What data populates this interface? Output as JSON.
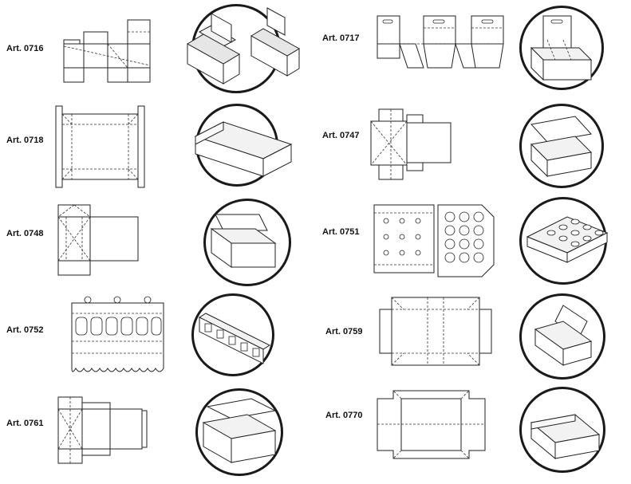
{
  "articles": [
    {
      "label": "Art. 0716",
      "name": "box-0716"
    },
    {
      "label": "Art. 0718",
      "name": "box-0718"
    },
    {
      "label": "Art. 0748",
      "name": "box-0748"
    },
    {
      "label": "Art. 0752",
      "name": "box-0752"
    },
    {
      "label": "Art. 0761",
      "name": "box-0761"
    },
    {
      "label": "Art. 0717",
      "name": "box-0717"
    },
    {
      "label": "Art. 0747",
      "name": "box-0747"
    },
    {
      "label": "Art. 0751",
      "name": "box-0751"
    },
    {
      "label": "Art. 0759",
      "name": "box-0759"
    },
    {
      "label": "Art. 0770",
      "name": "box-0770"
    }
  ]
}
